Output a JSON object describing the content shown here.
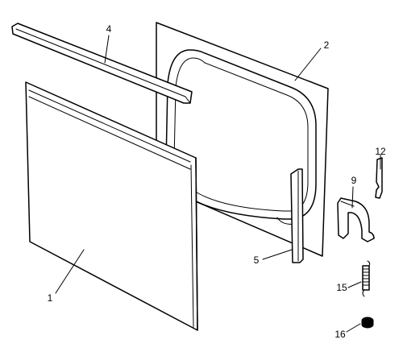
{
  "diagram": {
    "callouts": [
      {
        "id": "part-1",
        "label": "1"
      },
      {
        "id": "part-2",
        "label": "2"
      },
      {
        "id": "part-4",
        "label": "4"
      },
      {
        "id": "part-5",
        "label": "5"
      },
      {
        "id": "part-9",
        "label": "9"
      },
      {
        "id": "part-12",
        "label": "12"
      },
      {
        "id": "part-15",
        "label": "15"
      },
      {
        "id": "part-16",
        "label": "16"
      }
    ]
  }
}
